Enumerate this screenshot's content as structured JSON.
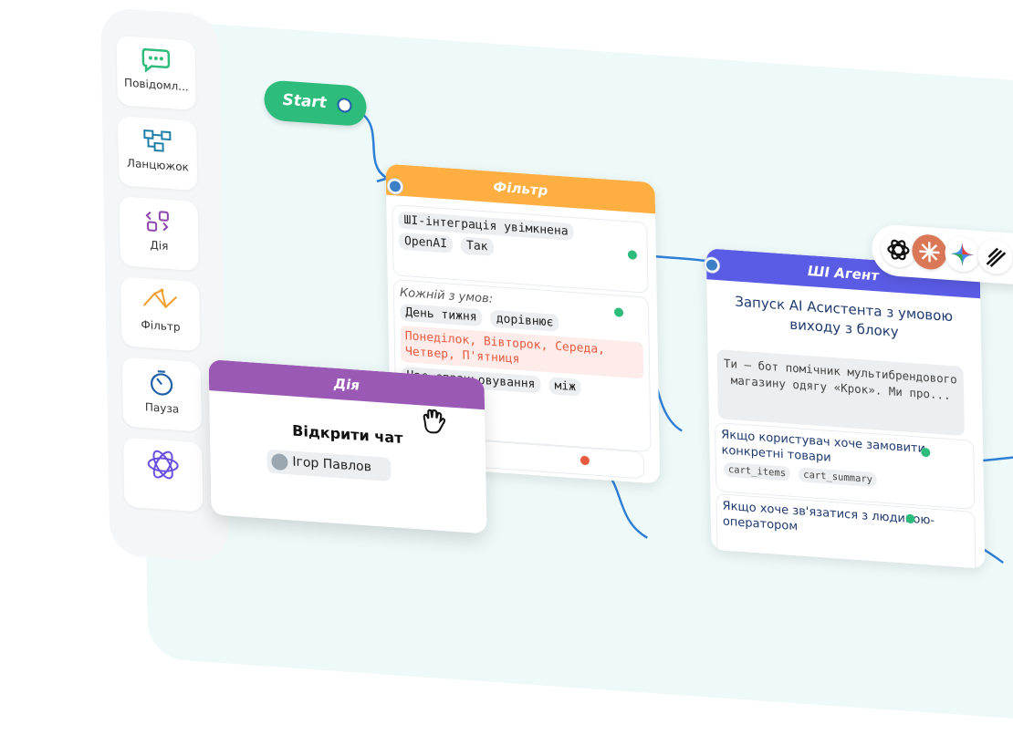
{
  "sidebar": {
    "items": [
      {
        "label": "Повідомл...",
        "icon": "chat-bubble-icon",
        "color": "#2ebc7c"
      },
      {
        "label": "Ланцюжок",
        "icon": "chain-icon",
        "color": "#1e7fa8"
      },
      {
        "label": "Дія",
        "icon": "action-icon",
        "color": "#8e44ad"
      },
      {
        "label": "Фільтр",
        "icon": "filter-icon",
        "color": "#f0a030"
      },
      {
        "label": "Пауза",
        "icon": "stopwatch-icon",
        "color": "#1e5fa8"
      },
      {
        "label": "",
        "icon": "atom-icon",
        "color": "#6a4fe0"
      }
    ]
  },
  "start": {
    "label": "Start"
  },
  "filter_node": {
    "title": "Фільтр",
    "header_color": "#ffae42",
    "block1": {
      "chips": [
        "ШІ-інтеграція увімкнена",
        "OpenAI",
        "Так"
      ]
    },
    "block2": {
      "caption": "Кожній з умов:",
      "chips": [
        "День тижня",
        "дорівнює"
      ],
      "days": "Понеділок, Вівторок, Середа, Четвер, П'ятниця",
      "chips2": [
        "Час спрацьовування",
        "між"
      ]
    }
  },
  "action_node": {
    "title": "Дія",
    "header_color": "#9b59b6",
    "action": "Відкрити чат",
    "user": "Ігор Павлов"
  },
  "ai_node": {
    "title": "ШІ Агент",
    "header_color": "#5b5ce6",
    "description": "Запуск AI Асистента з умовою виходу з блоку",
    "prompt": "Ти – бот помічник мультибрендового магазину одягу «Крок». Ми про...",
    "branch1": {
      "text": "Якщо користувач хоче замовити конкретні товари",
      "chips": [
        "cart_items",
        "cart_summary"
      ]
    },
    "branch2": {
      "text": "Якщо хоче зв'язатися з людиною-оператором"
    }
  },
  "ai_providers": [
    "openai-icon",
    "claude-icon",
    "gemini-icon",
    "other-ai-icon"
  ],
  "colors": {
    "wire": "#2f7fd6",
    "green_port": "#2ebc7c",
    "red_port": "#e85b40"
  }
}
